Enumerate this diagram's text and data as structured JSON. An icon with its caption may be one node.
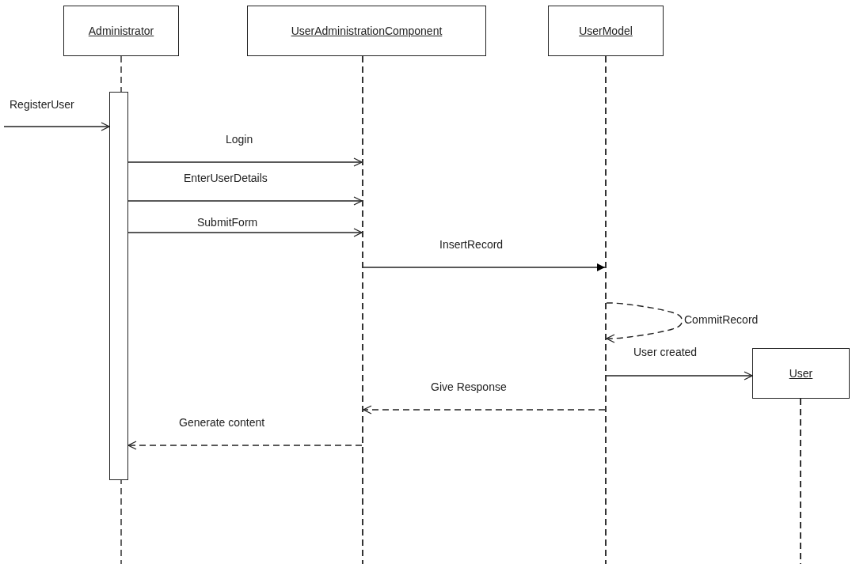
{
  "diagram": {
    "nodes": [
      {
        "text": [
          "Administrator"
        ]
      },
      {
        "text": [
          "UserAdministrationComponent"
        ]
      },
      {
        "text": [
          "UserModel"
        ]
      },
      {
        "text": [
          "User"
        ]
      },
      {
        "text": [],
        "shape": "bar"
      },
      {
        "text": [],
        "shape": "line"
      },
      {
        "text": [],
        "shape": "line"
      },
      {
        "text": [],
        "shape": "line"
      }
    ],
    "edges": [
      {
        "from": null,
        "to": 4,
        "arrow": "to",
        "label": "RegisterUser"
      },
      {
        "from": 4,
        "to": 5,
        "arrow": "to",
        "label": "Login"
      },
      {
        "from": 4,
        "to": 5,
        "arrow": "to",
        "label": "EnterUserDetails"
      },
      {
        "from": 4,
        "to": 5,
        "arrow": "to",
        "label": "SubmitForm"
      },
      {
        "from": 5,
        "to": 6,
        "arrow": "to",
        "label": "InsertRecord"
      },
      {
        "from": 6,
        "to": 6,
        "arrow": "to",
        "label": "CommitRecord",
        "style": "dashed"
      },
      {
        "from": 6,
        "to": 3,
        "arrow": "to",
        "label": "User created"
      },
      {
        "from": 6,
        "to": 5,
        "arrow": "to",
        "label": "Give Response",
        "style": "dashed"
      },
      {
        "from": 5,
        "to": 4,
        "arrow": "to",
        "label": "Generate content",
        "style": "dashed"
      }
    ]
  }
}
